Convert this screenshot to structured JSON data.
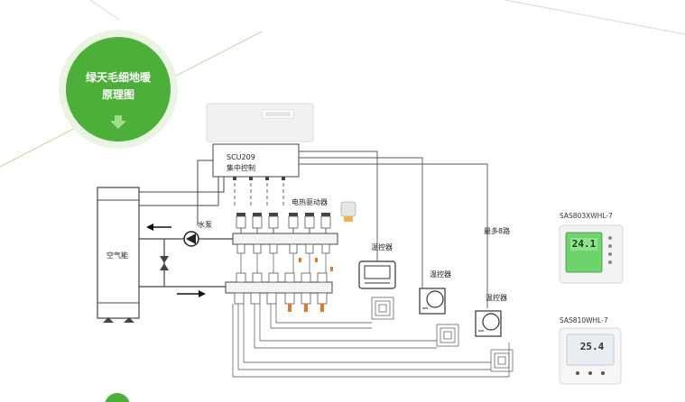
{
  "badge": {
    "line1": "绿天毛细地暖",
    "line2": "原理图",
    "color": "#4caf3a"
  },
  "controller": {
    "model": "SCU209",
    "name": "集中控制"
  },
  "labels": {
    "heat_source": "空气能",
    "pump": "水泵",
    "actuator": "电热驱动器",
    "thermostat_1": "温控器",
    "thermostat_2": "温控器",
    "thermostat_3": "温控器",
    "max_routes": "最多8路"
  },
  "products": [
    {
      "model": "SAS803XWHL-7",
      "display": "24.1",
      "screen_color": "#6dd36a"
    },
    {
      "model": "SAS810WHL-7",
      "display": "25.4",
      "screen_color": "#e8edf2"
    }
  ],
  "colors": {
    "line": "#444444",
    "accent": "#4caf3a",
    "valve_orange": "#e0782a"
  }
}
